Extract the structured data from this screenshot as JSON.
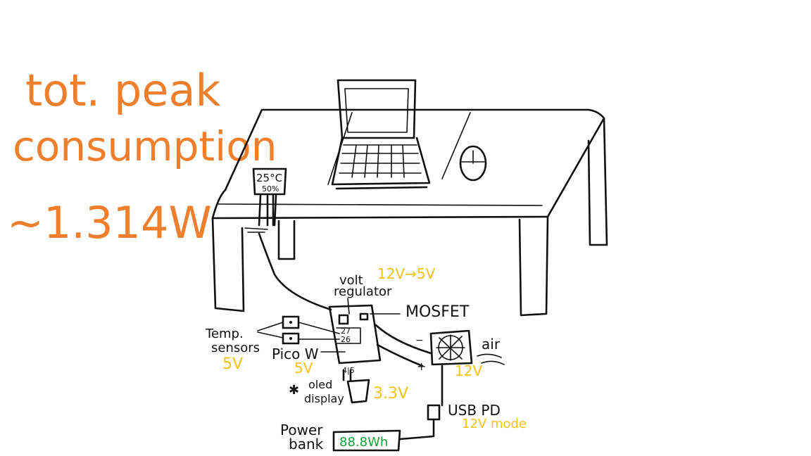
{
  "headline": {
    "line1": "tot. peak",
    "line2": "consumption",
    "line3": "~1.314W"
  },
  "thermometer": {
    "temp": "25°C",
    "humidity": "50%"
  },
  "components": {
    "volt_regulator": {
      "name_line1": "volt",
      "name_line2": "regulator",
      "spec": "12V→5V"
    },
    "mosfet": {
      "name": "MOSFET"
    },
    "temp_sensors": {
      "name_line1": "Temp.",
      "name_line2": "sensors",
      "spec": "5V"
    },
    "pico": {
      "name": "Pico W",
      "spec": "5V",
      "screen_line1": "27",
      "screen_line2": "26",
      "bottom_label": "4|5"
    },
    "oled": {
      "marker": "✱",
      "name_line1": "oled",
      "name_line2": "display",
      "spec": "3.3V"
    },
    "fan": {
      "label": "air",
      "spec": "12V",
      "plus": "+",
      "minus": "−"
    },
    "usb_pd": {
      "name": "USB PD",
      "spec": "12V mode"
    },
    "power_bank": {
      "name_line1": "Power",
      "name_line2": "bank",
      "capacity": "88.8Wh"
    }
  },
  "colors": {
    "orange": "#ef7f2c",
    "yellow": "#f2c21b",
    "green": "#17a23a",
    "ink": "#111111"
  }
}
